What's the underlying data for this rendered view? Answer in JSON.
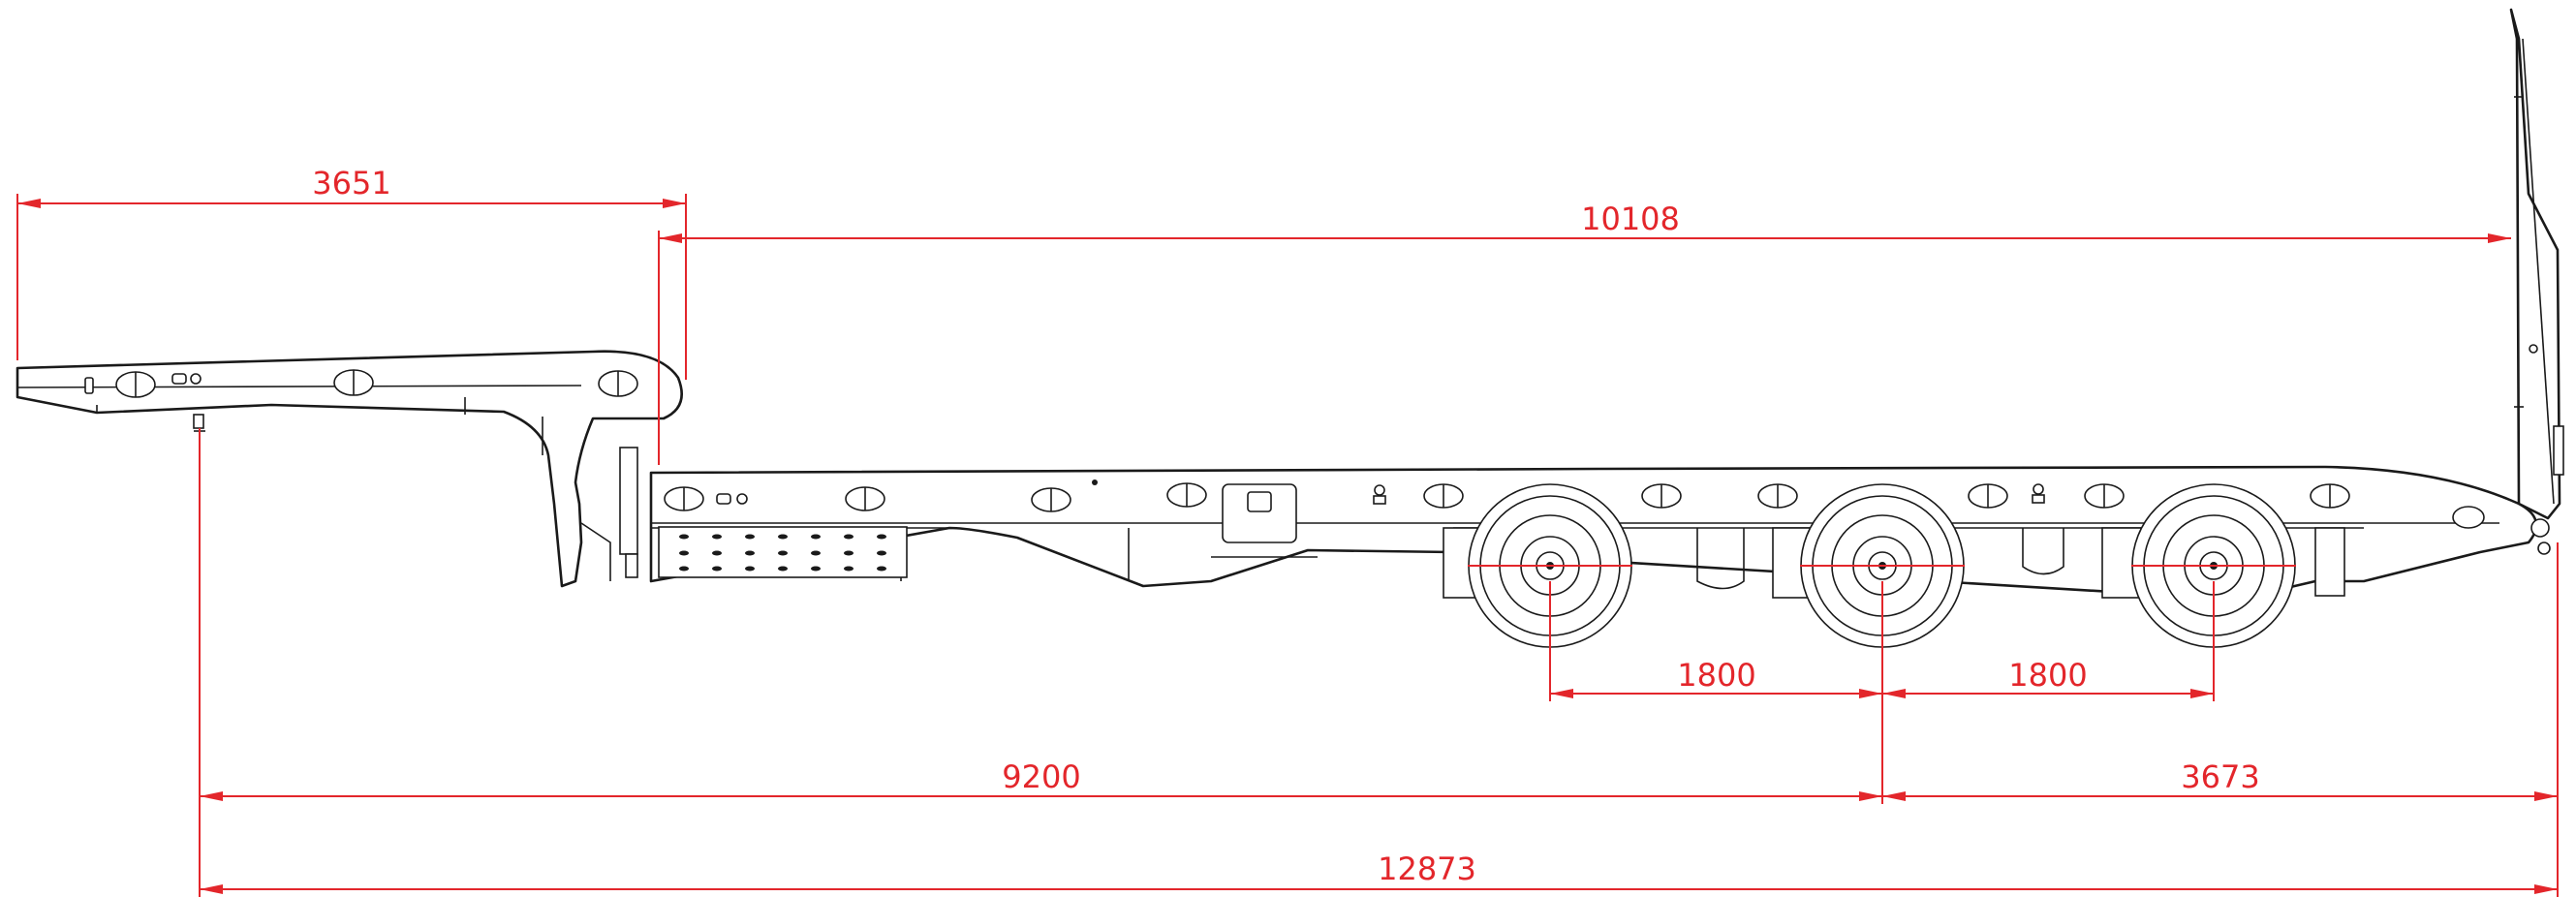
{
  "drawing": {
    "dimensions": {
      "gooseneck_length": "3651",
      "deck_length": "10108",
      "axle_spacing_1": "1800",
      "axle_spacing_2": "1800",
      "kingpin_to_mid_axle": "9200",
      "mid_axle_to_rear": "3673",
      "overall_length": "12873"
    },
    "colors": {
      "dimension": "#e3262b",
      "outline": "#1a1a1a",
      "background": "#ffffff"
    }
  }
}
